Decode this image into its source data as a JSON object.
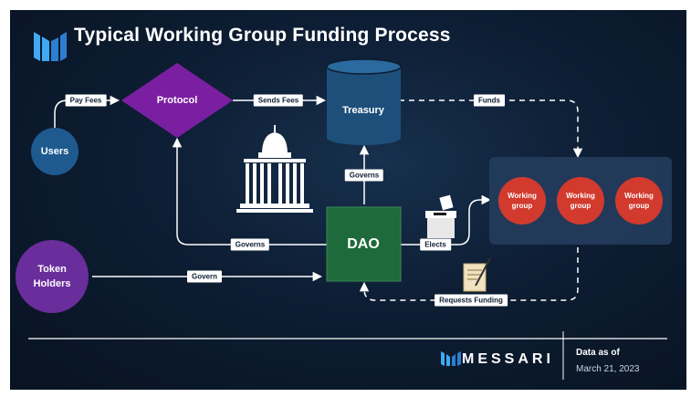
{
  "title": "Typical Working Group Funding Process",
  "nodes": {
    "users": "Users",
    "protocol": "Protocol",
    "treasury": "Treasury",
    "dao": "DAO",
    "token_holders_line1": "Token",
    "token_holders_line2": "Holders",
    "working_groups": [
      {
        "line1": "Working",
        "line2": "group"
      },
      {
        "line1": "Working",
        "line2": "group"
      },
      {
        "line1": "Working",
        "line2": "group"
      }
    ]
  },
  "edges": {
    "pay_fees": "Pay Fees",
    "sends_fees": "Sends Fees",
    "funds": "Funds",
    "governs_treasury": "Governs",
    "governs_protocol": "Governs",
    "elects": "Elects",
    "govern": "Govern",
    "requests_funding": "Requests Funding"
  },
  "icons": [
    "messari-logo-icon",
    "capitol-building-icon",
    "ballot-box-icon",
    "document-quill-icon"
  ],
  "colors": {
    "users": "#1f5a8f",
    "protocol": "#7b1fa2",
    "treasury": "#1d4f7a",
    "dao": "#1e6a3a",
    "token_holders": "#6a2d9c",
    "working_group": "#d23a2e"
  },
  "footer": {
    "brand": "MESSARI",
    "as_of_label": "Data as of",
    "date": "March 21, 2023"
  }
}
